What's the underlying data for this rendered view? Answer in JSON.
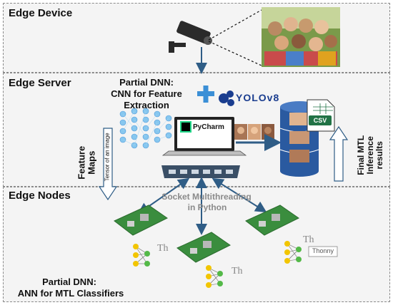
{
  "zones": {
    "edge_device": "Edge Device",
    "edge_server": "Edge Server",
    "edge_nodes": "Edge Nodes"
  },
  "server": {
    "partial_dnn_title": "Partial DNN:",
    "cnn_label": "CNN for Feature",
    "cnn_label2": "Extraction",
    "yolo_label": "YOLOv8",
    "pycharm_label": "PyCharm",
    "csv_label": "CSV",
    "feature_maps": "Feature",
    "feature_maps2": "Maps",
    "tensor_label": "Tensor of an image",
    "final_results": "Final MTL",
    "final_results2": "Inference",
    "final_results3": "results"
  },
  "nodes": {
    "socket_label": "Socket Multithreading",
    "socket_label2": "in Python",
    "thonny_label": "Thonny",
    "ann_title": "Partial DNN:",
    "ann_label": "ANN for MTL Classifiers"
  },
  "colors": {
    "arrow_blue": "#2f5d86",
    "yolo_blue": "#1a3d8f",
    "plus_blue": "#3b8fd6",
    "board_green": "#3a8d3e",
    "node_yellow": "#f2c500",
    "node_green": "#54b948"
  }
}
